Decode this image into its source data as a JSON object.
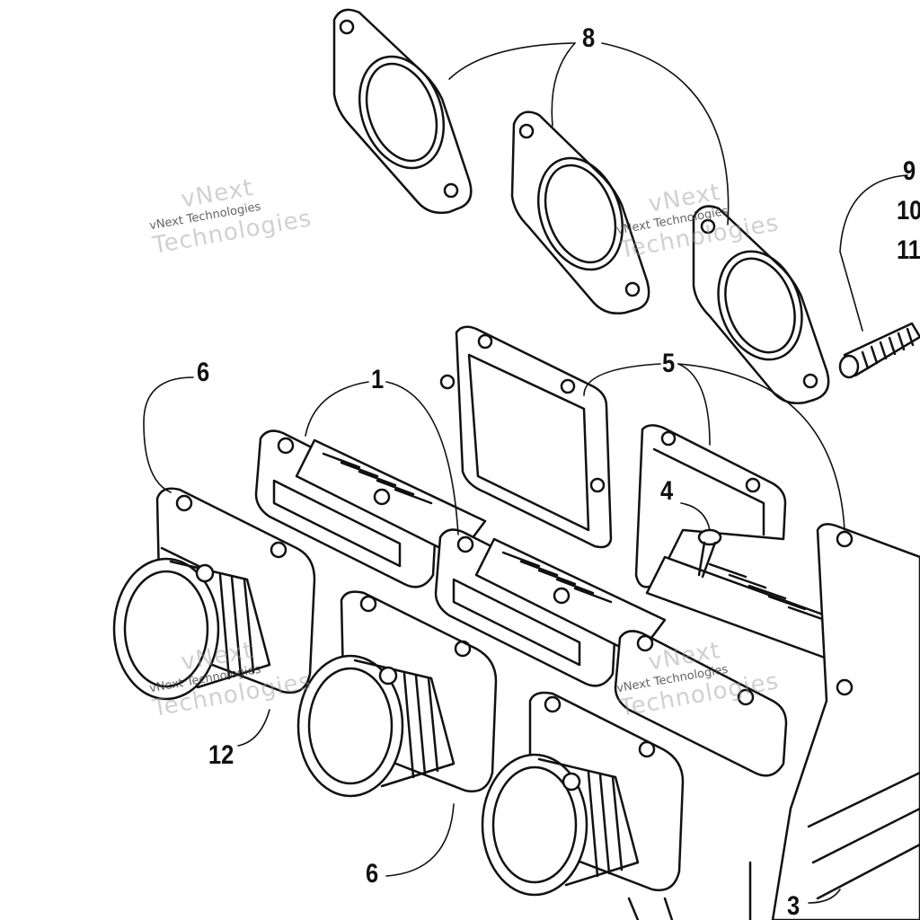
{
  "callouts": {
    "c1": "1",
    "c3": "3",
    "c4": "4",
    "c5": "5",
    "c6a": "6",
    "c6b": "6",
    "c8": "8",
    "c9": "9",
    "c10": "10",
    "c11": "11",
    "c12": "12"
  },
  "watermark": {
    "big_line1": "vNext",
    "big_line2": "Technologies",
    "small": "vNext Technologies"
  },
  "colors": {
    "ink": "#111111",
    "watermark": "#999999"
  }
}
